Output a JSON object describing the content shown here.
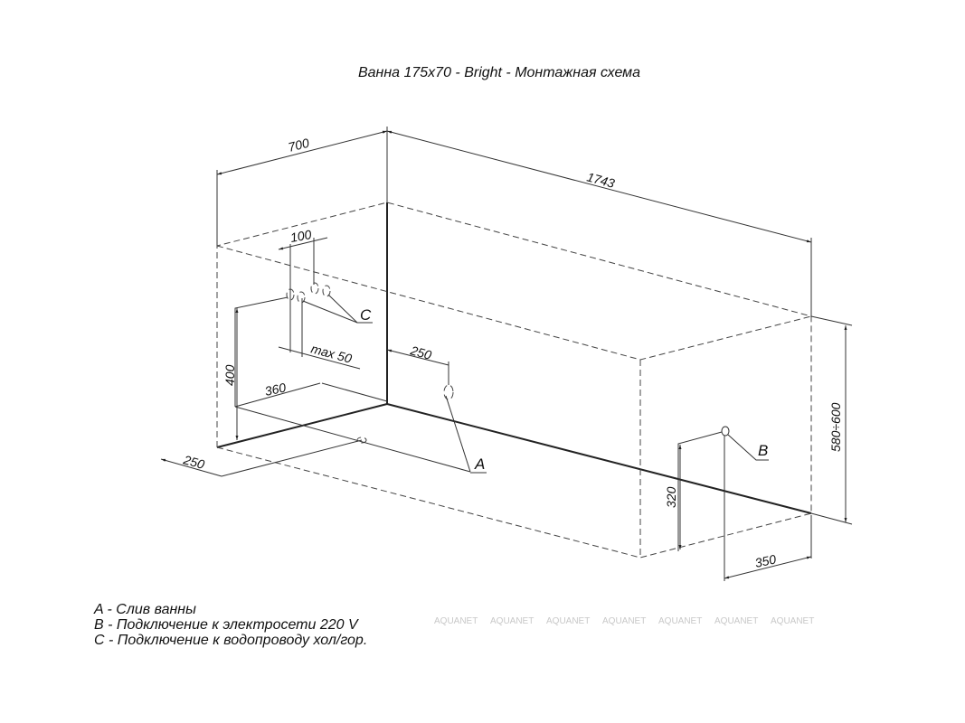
{
  "title": "Ванна 175x70 - Bright - Монтажная схема",
  "dimensions": {
    "width": "700",
    "length": "1743",
    "height": "580÷600",
    "c_spacing": "100",
    "c_offset": "max 50",
    "c_height": "400",
    "c_from_wall": "360",
    "drain_front": "250",
    "drain_side": "250",
    "b_height": "320",
    "b_from_end": "350"
  },
  "markers": {
    "a": "A",
    "b": "B",
    "c": "C"
  },
  "legend": [
    "A - Слив ванны",
    "B - Подключение к электросети 220 V",
    "C - Подключение к водопроводу хол/гор."
  ],
  "watermark": "AQUANET"
}
